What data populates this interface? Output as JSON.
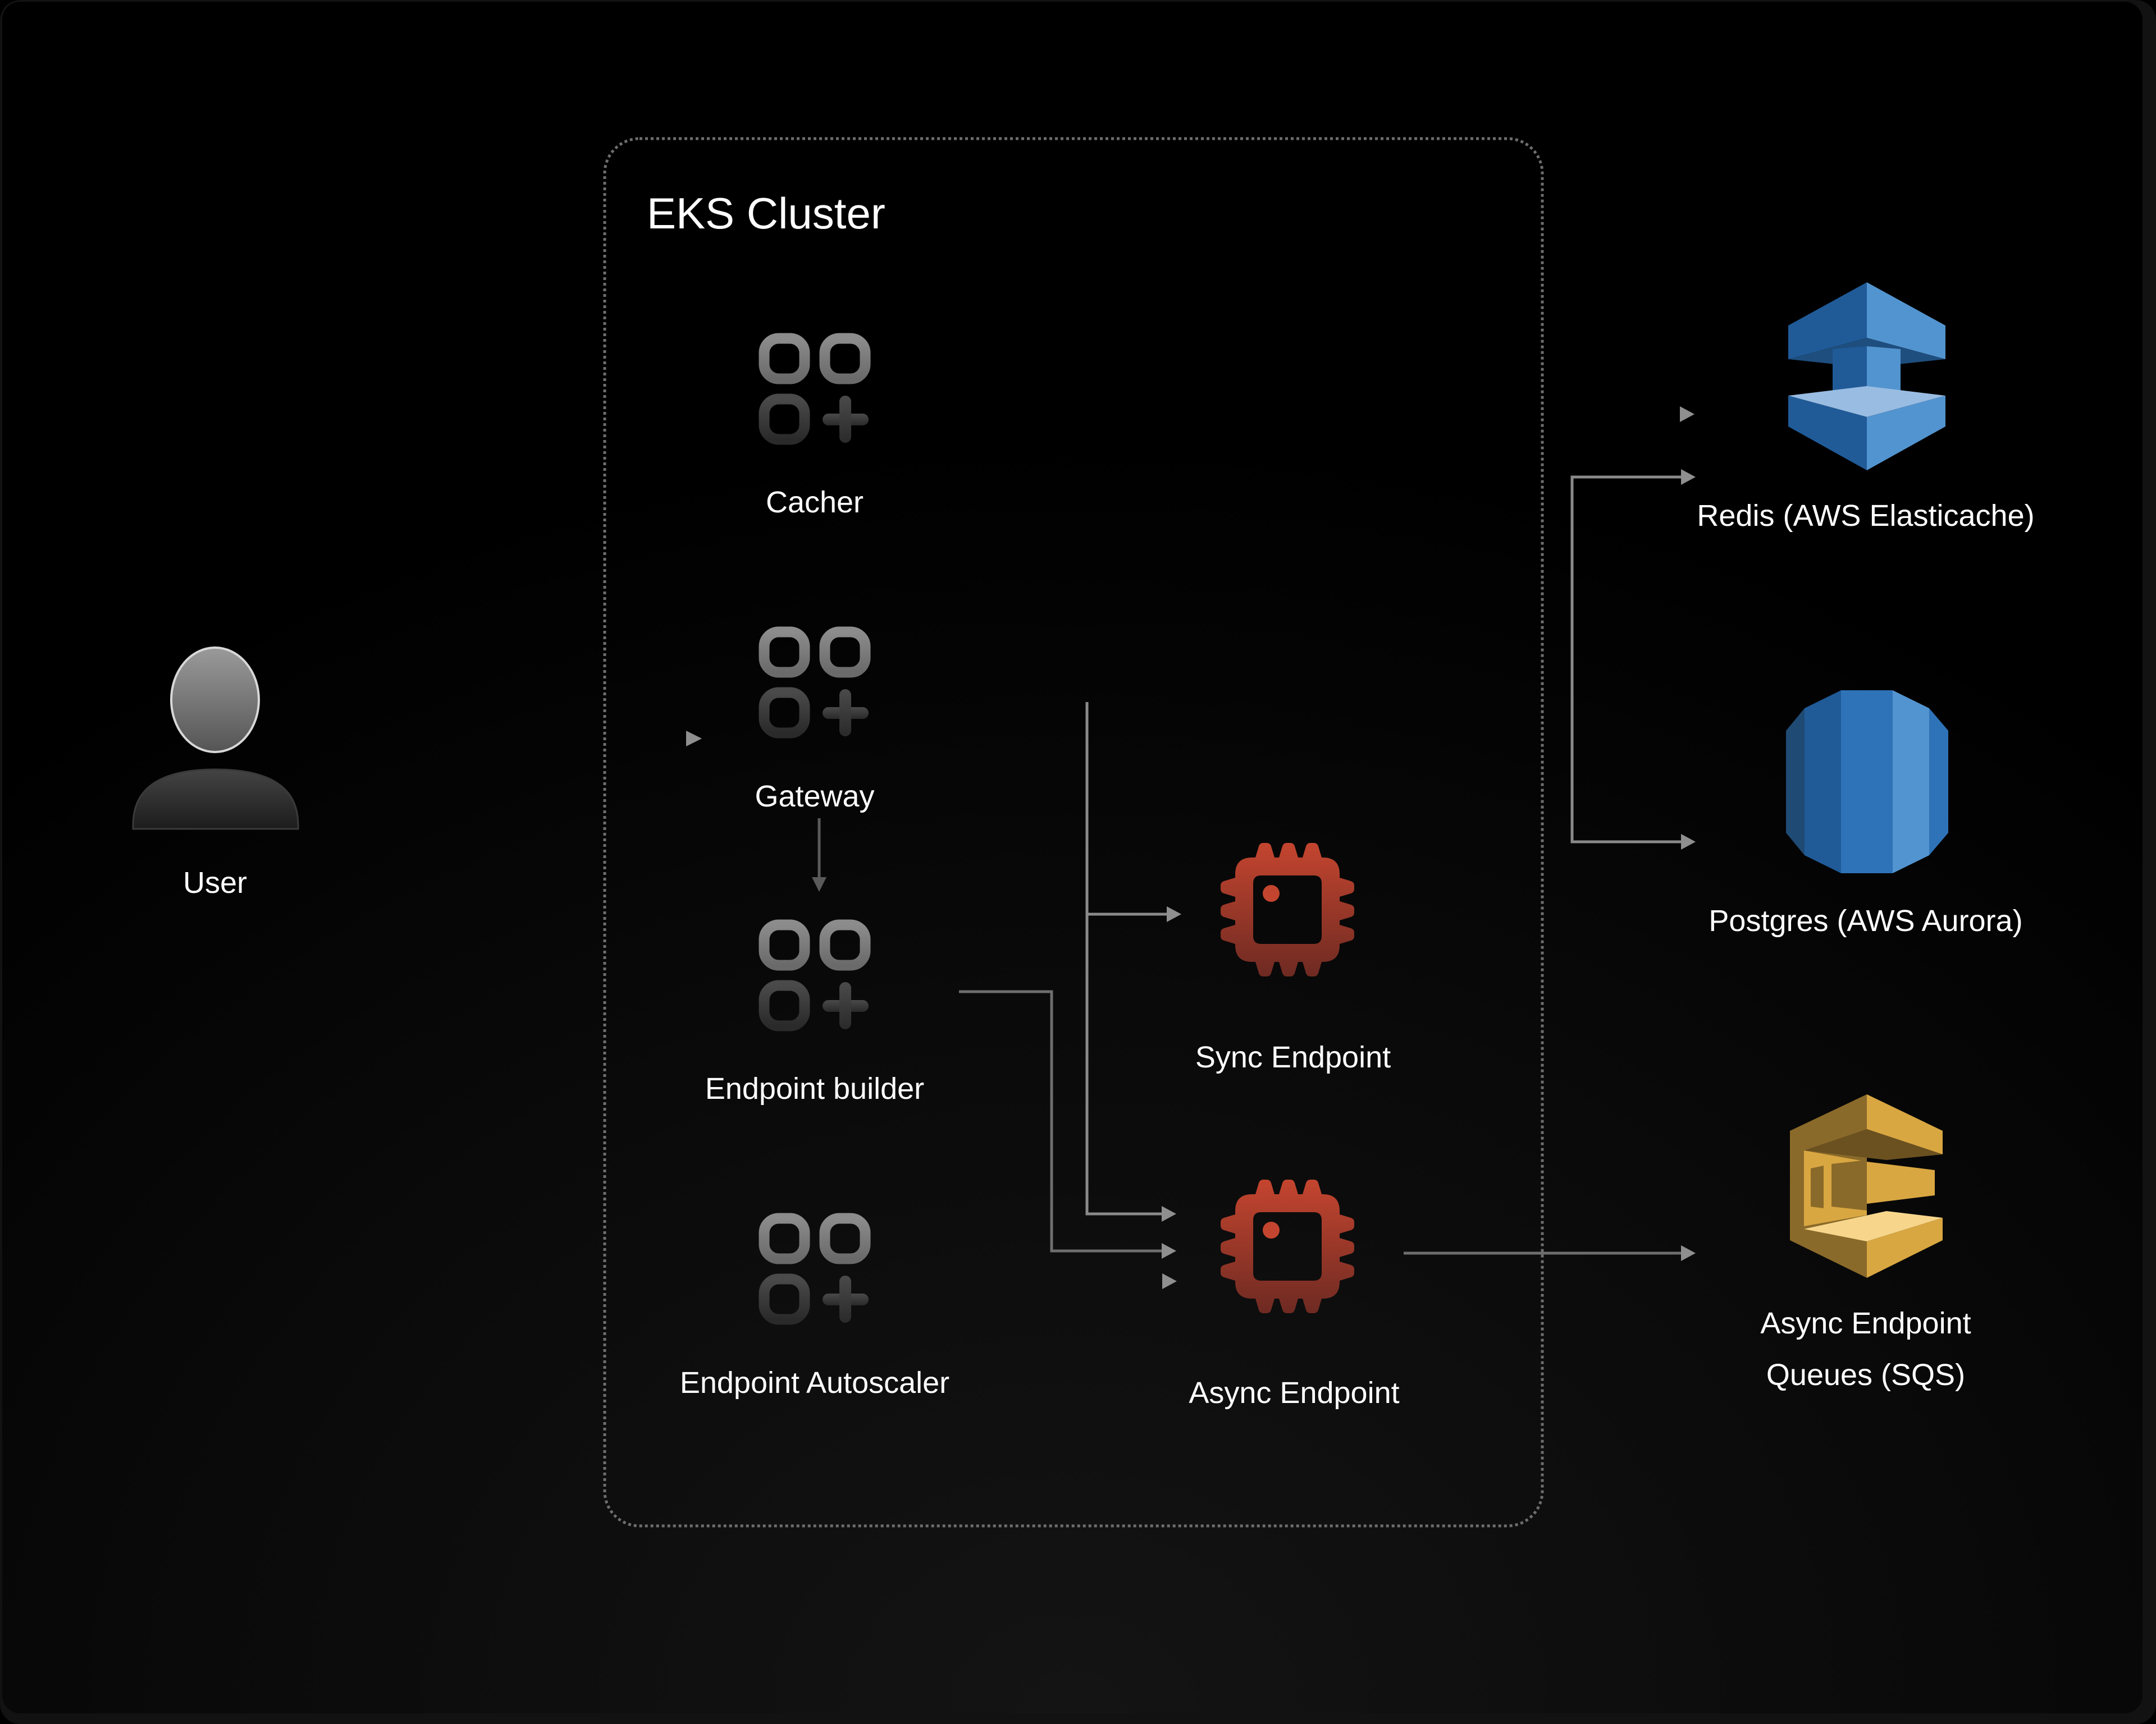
{
  "diagram": {
    "cluster": {
      "title": "EKS Cluster"
    },
    "nodes": {
      "user": {
        "label": "User",
        "icon": "user-icon"
      },
      "cacher": {
        "label": "Cacher",
        "icon": "app-grid-plus-icon"
      },
      "gateway": {
        "label": "Gateway",
        "icon": "app-grid-plus-icon"
      },
      "endpoint_builder": {
        "label": "Endpoint builder",
        "icon": "app-grid-plus-icon"
      },
      "endpoint_autoscaler": {
        "label": "Endpoint Autoscaler",
        "icon": "app-grid-plus-icon"
      },
      "sync_endpoint": {
        "label": "Sync Endpoint",
        "icon": "cpu-chip-icon"
      },
      "async_endpoint": {
        "label": "Async Endpoint",
        "icon": "cpu-chip-icon"
      },
      "redis": {
        "label": "Redis (AWS Elasticache)",
        "icon": "aws-elasticache-icon"
      },
      "postgres": {
        "label": "Postgres (AWS Aurora)",
        "icon": "aws-aurora-icon"
      },
      "sqs": {
        "label_line1": "Async Endpoint",
        "label_line2": "Queues (SQS)",
        "icon": "aws-sqs-icon"
      }
    },
    "edges": [
      {
        "from": "User",
        "to": "Gateway"
      },
      {
        "from": "Cacher",
        "to": "Redis (AWS Elasticache)"
      },
      {
        "from": "Gateway",
        "to": "Redis (AWS Elasticache)"
      },
      {
        "from": "Gateway",
        "to": "Postgres (AWS Aurora)"
      },
      {
        "from": "Gateway",
        "to": "Sync Endpoint"
      },
      {
        "from": "Gateway",
        "to": "Async Endpoint"
      },
      {
        "from": "Gateway",
        "to": "Endpoint builder"
      },
      {
        "from": "Endpoint builder",
        "to": "Async Endpoint"
      },
      {
        "from": "Endpoint Autoscaler",
        "to": "Async Endpoint"
      },
      {
        "from": "Async Endpoint",
        "to": "Async Endpoint Queues (SQS)"
      }
    ],
    "colors": {
      "chip": "#c0432f",
      "aws_blue": "#2e73b8",
      "aws_gold": "#d9a741",
      "connector": "#8a8a8a"
    }
  }
}
